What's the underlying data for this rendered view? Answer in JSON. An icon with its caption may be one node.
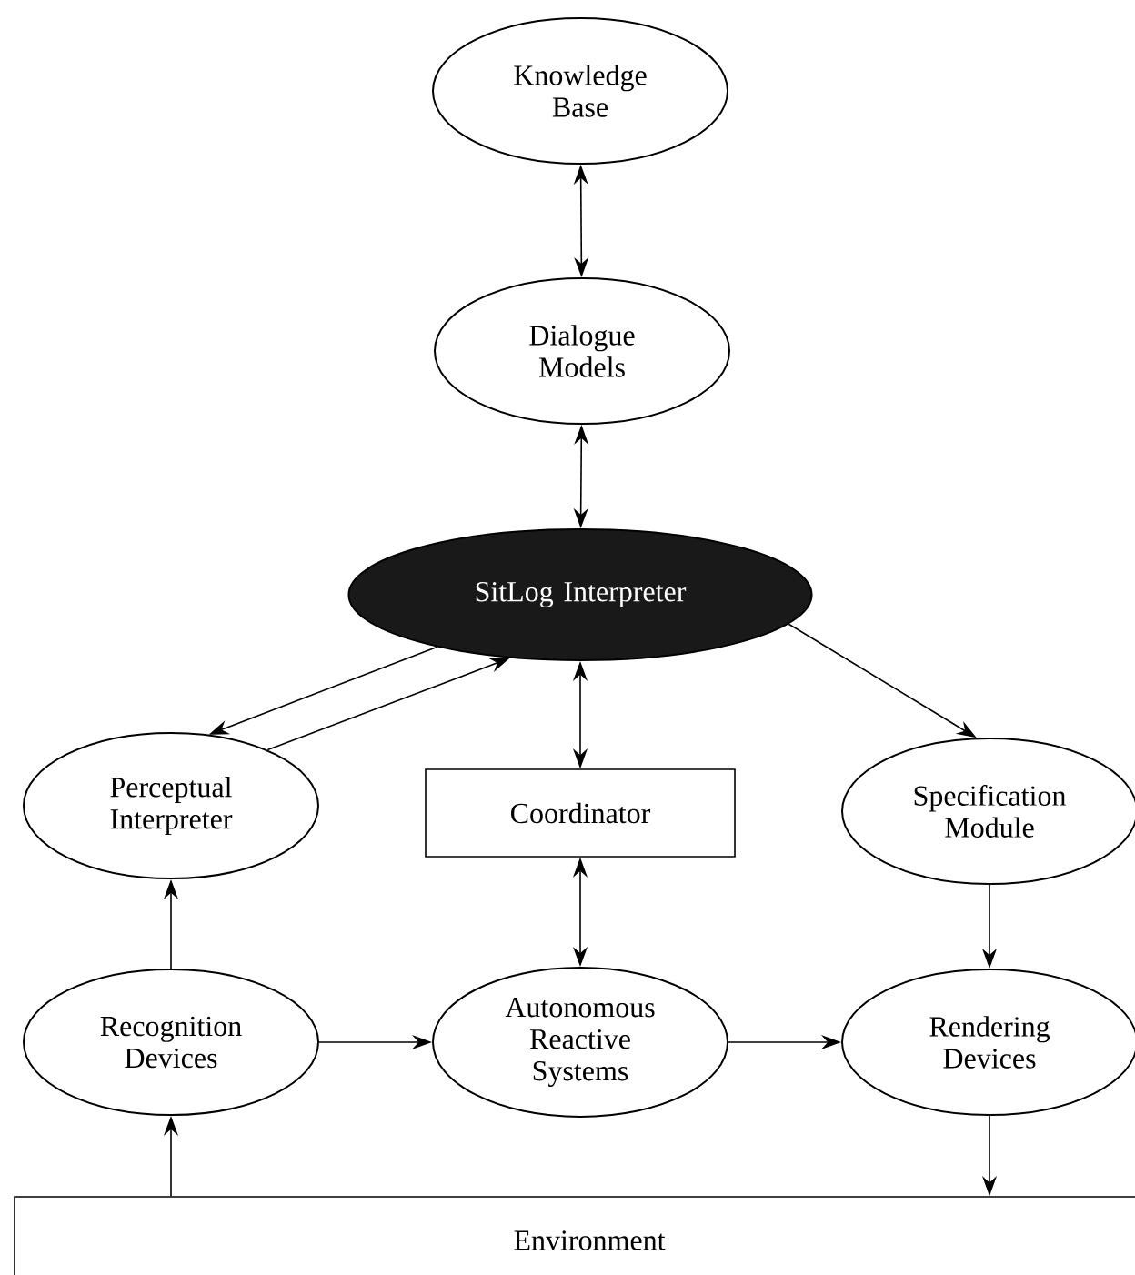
{
  "diagram": {
    "nodes": [
      {
        "text": [
          "Knowledge Base"
        ]
      },
      {
        "text": [
          "Dialogue Models"
        ]
      },
      {
        "text": [
          "SitLog Interpreter"
        ]
      },
      {
        "text": [
          "Perceptual Interpreter"
        ]
      },
      {
        "text": [
          "Coordinator"
        ]
      },
      {
        "text": [
          "Specification Module"
        ]
      },
      {
        "text": [
          "Recognition Devices"
        ]
      },
      {
        "text": [
          "Autonomous Reactive Systems"
        ]
      },
      {
        "text": [
          "Rendering Devices"
        ]
      },
      {
        "text": [
          "Environment"
        ]
      }
    ],
    "edges": [
      {
        "from": 0,
        "to": 1,
        "arrow": "both"
      },
      {
        "from": 1,
        "to": 2,
        "arrow": "both"
      },
      {
        "from": 2,
        "to": 3,
        "arrow": "to"
      },
      {
        "from": 3,
        "to": 2,
        "arrow": "to"
      },
      {
        "from": 2,
        "to": 4,
        "arrow": "both"
      },
      {
        "from": 2,
        "to": 5,
        "arrow": "to"
      },
      {
        "from": 4,
        "to": 7,
        "arrow": "both"
      },
      {
        "from": 6,
        "to": 3,
        "arrow": "to"
      },
      {
        "from": 6,
        "to": 7,
        "arrow": "to"
      },
      {
        "from": 7,
        "to": 8,
        "arrow": "to"
      },
      {
        "from": 5,
        "to": 8,
        "arrow": "to"
      },
      {
        "from": 8,
        "to": 9,
        "arrow": "to"
      },
      {
        "from": 9,
        "to": 6,
        "arrow": "to"
      }
    ]
  }
}
